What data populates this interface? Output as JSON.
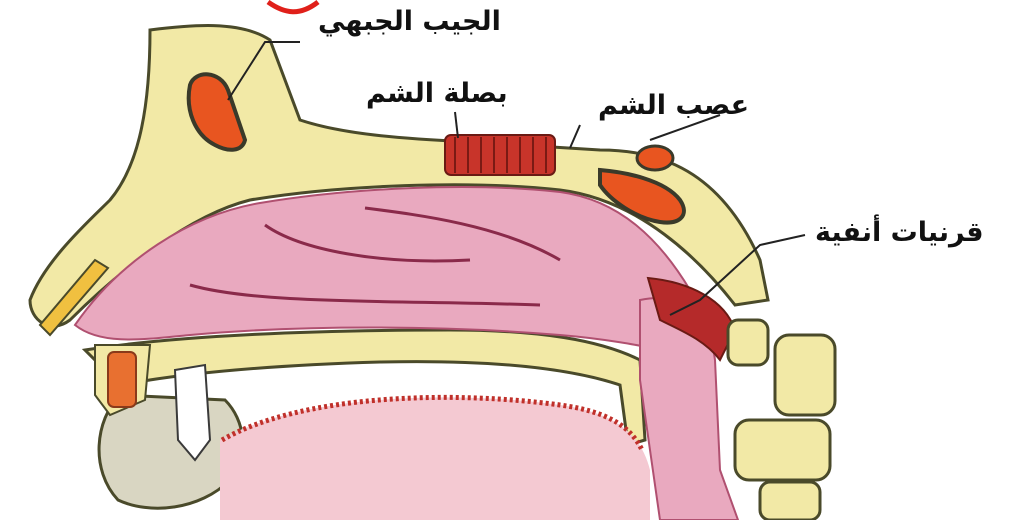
{
  "labels": {
    "frontal_sinus": "الجيب الجبهي",
    "olfactory_bulb": "بصلة الشم",
    "olfactory_nerve": "عصب الشم",
    "nasal_turbinates": "قرنيات أنفية"
  },
  "colors": {
    "bone": "#f2e9a6",
    "bone_outline": "#4a4a2a",
    "cavity_tissue": "#e9a9bf",
    "cavity_shadow": "#b05070",
    "sinus_fill": "#e85520",
    "bulb_red": "#c8342a",
    "throat_tissue": "#f4c9d2",
    "skin": "#d9d6c2"
  }
}
